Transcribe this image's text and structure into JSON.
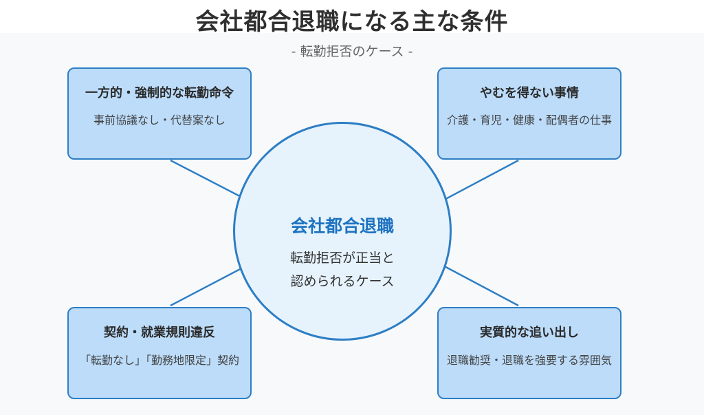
{
  "header": {
    "title": "会社都合退職になる主な条件",
    "subtitle": "- 転勤拒否のケース -"
  },
  "center": {
    "title": "会社都合退職",
    "line1": "転勤拒否が正当と",
    "line2": "認められるケース"
  },
  "boxes": [
    {
      "title": "一方的・強制的な転勤命令",
      "text": "事前協議なし・代替案なし"
    },
    {
      "title": "やむを得ない事情",
      "text": "介護・育児・健康・配偶者の仕事"
    },
    {
      "title": "契約・就業規則違反",
      "text": "「転勤なし」「勤務地限定」契約"
    },
    {
      "title": "実質的な追い出し",
      "text": "退職勧奨・退職を強要する雰囲気"
    }
  ],
  "colors": {
    "accent": "#2d7ec4",
    "center_fill": "#e6f3fd",
    "box_fill": "#bcdcfa",
    "background": "#f7f9fb"
  }
}
